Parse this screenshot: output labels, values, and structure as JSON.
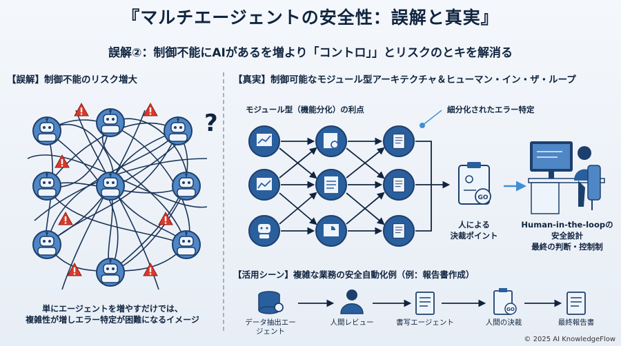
{
  "title": "『マルチエージェントの安全性：誤解と真実』",
  "subtitle": "誤解②：制御不能にAIがあるを増より「コントロ」」とリスクのとキを解消る",
  "left": {
    "header": "【誤解】制御不能のリスク増大",
    "question_mark": "?",
    "caption_line1": "単にエージェントを増やすだけでは、",
    "caption_line2": "複雑性が増しエラー特定が困難になるイメージ"
  },
  "right": {
    "header": "【真実】制御可能なモジュール型アーキテクチャ＆ヒューマン・イン・ザ・ループ",
    "modular_label": "モジュール型（機能分化）の利点",
    "callout": "細分化されたエラー特定",
    "decision_label_line1": "人による",
    "decision_label_line2": "決裁ポイント",
    "hitl_line1": "Human-in-the-loopの",
    "hitl_line2": "安全設計",
    "hitl_line3": "最終の判断・控制制",
    "usecase_header": "【活用シーン】複雑な業務の安全自動化例（例：報告書作成）",
    "steps": [
      {
        "line1": "データ抽出エー",
        "line2": "ジェント"
      },
      {
        "line1": "人間レビュー",
        "line2": ""
      },
      {
        "line1": "書写エージェント",
        "line2": ""
      },
      {
        "line1": "人間の決裁",
        "line2": ""
      },
      {
        "line1": "最終報告書",
        "line2": ""
      }
    ],
    "go_text": "GO"
  },
  "copyright": "© 2025 AI KnowledgeFlow",
  "colors": {
    "navy": "#10243f",
    "blue": "#2a5f9e",
    "light_blue": "#4f86c6",
    "warning": "#d93a2b",
    "accent": "#3f8fd6"
  }
}
